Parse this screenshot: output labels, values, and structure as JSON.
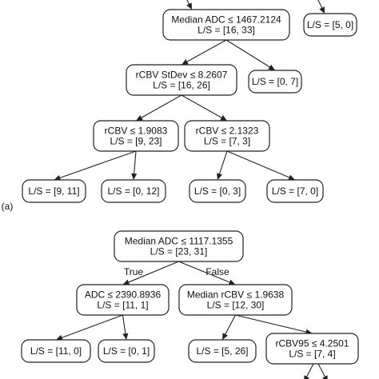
{
  "panels": [
    {
      "label": "(a)",
      "nodes": [
        {
          "id": "a-root",
          "lines": [
            "Median ADC ≤ 1467.2124",
            "L/S = [16, 33]"
          ]
        },
        {
          "id": "a-right",
          "lines": [
            "L/S = [5, 0]"
          ]
        },
        {
          "id": "a-rcbv-stdev",
          "lines": [
            "rCBV StDev ≤ 8.2607",
            "L/S = [16, 26]"
          ]
        },
        {
          "id": "a-leaf-0-7",
          "lines": [
            "L/S = [0, 7]"
          ]
        },
        {
          "id": "a-rcbv-1",
          "lines": [
            "rCBV ≤ 1.9083",
            "L/S = [9, 23]"
          ]
        },
        {
          "id": "a-rcbv-2",
          "lines": [
            "rCBV ≤ 2.1323",
            "L/S = [7, 3]"
          ]
        },
        {
          "id": "a-leaf-9-11",
          "lines": [
            "L/S = [9, 11]"
          ]
        },
        {
          "id": "a-leaf-0-12",
          "lines": [
            "L/S = [0, 12]"
          ]
        },
        {
          "id": "a-leaf-0-3",
          "lines": [
            "L/S = [0, 3]"
          ]
        },
        {
          "id": "a-leaf-7-0",
          "lines": [
            "L/S = [7, 0]"
          ]
        }
      ],
      "edges": [
        {
          "from": "a-root",
          "to": "a-rcbv-stdev"
        },
        {
          "from": "a-root",
          "to": "a-leaf-0-7"
        },
        {
          "from": "a-rcbv-stdev",
          "to": "a-rcbv-1"
        },
        {
          "from": "a-rcbv-stdev",
          "to": "a-rcbv-2"
        },
        {
          "from": "a-rcbv-1",
          "to": "a-leaf-9-11"
        },
        {
          "from": "a-rcbv-1",
          "to": "a-leaf-0-12"
        },
        {
          "from": "a-rcbv-2",
          "to": "a-leaf-0-3"
        },
        {
          "from": "a-rcbv-2",
          "to": "a-leaf-7-0"
        }
      ]
    },
    {
      "label": "",
      "nodes": [
        {
          "id": "b-root",
          "lines": [
            "Median ADC ≤ 1117.1355",
            "L/S = [23, 31]"
          ]
        },
        {
          "id": "b-adc",
          "lines": [
            "ADC ≤ 2390.8936",
            "L/S = [11, 1]"
          ]
        },
        {
          "id": "b-median-rcbv",
          "lines": [
            "Median rCBV ≤ 1.9638",
            "L/S = [12, 30]"
          ]
        },
        {
          "id": "b-leaf-11-0",
          "lines": [
            "L/S = [11, 0]"
          ]
        },
        {
          "id": "b-leaf-0-1",
          "lines": [
            "L/S = [0, 1]"
          ]
        },
        {
          "id": "b-leaf-5-26",
          "lines": [
            "L/S = [5, 26]"
          ]
        },
        {
          "id": "b-rcbv95",
          "lines": [
            "rCBV95 ≤ 4.2501",
            "L/S = [7, 4]"
          ]
        }
      ],
      "edges": [
        {
          "from": "b-root",
          "to": "b-adc",
          "label": "True"
        },
        {
          "from": "b-root",
          "to": "b-median-rcbv",
          "label": "False"
        },
        {
          "from": "b-adc",
          "to": "b-leaf-11-0"
        },
        {
          "from": "b-adc",
          "to": "b-leaf-0-1"
        },
        {
          "from": "b-median-rcbv",
          "to": "b-leaf-5-26"
        },
        {
          "from": "b-median-rcbv",
          "to": "b-rcbv95"
        }
      ]
    }
  ]
}
